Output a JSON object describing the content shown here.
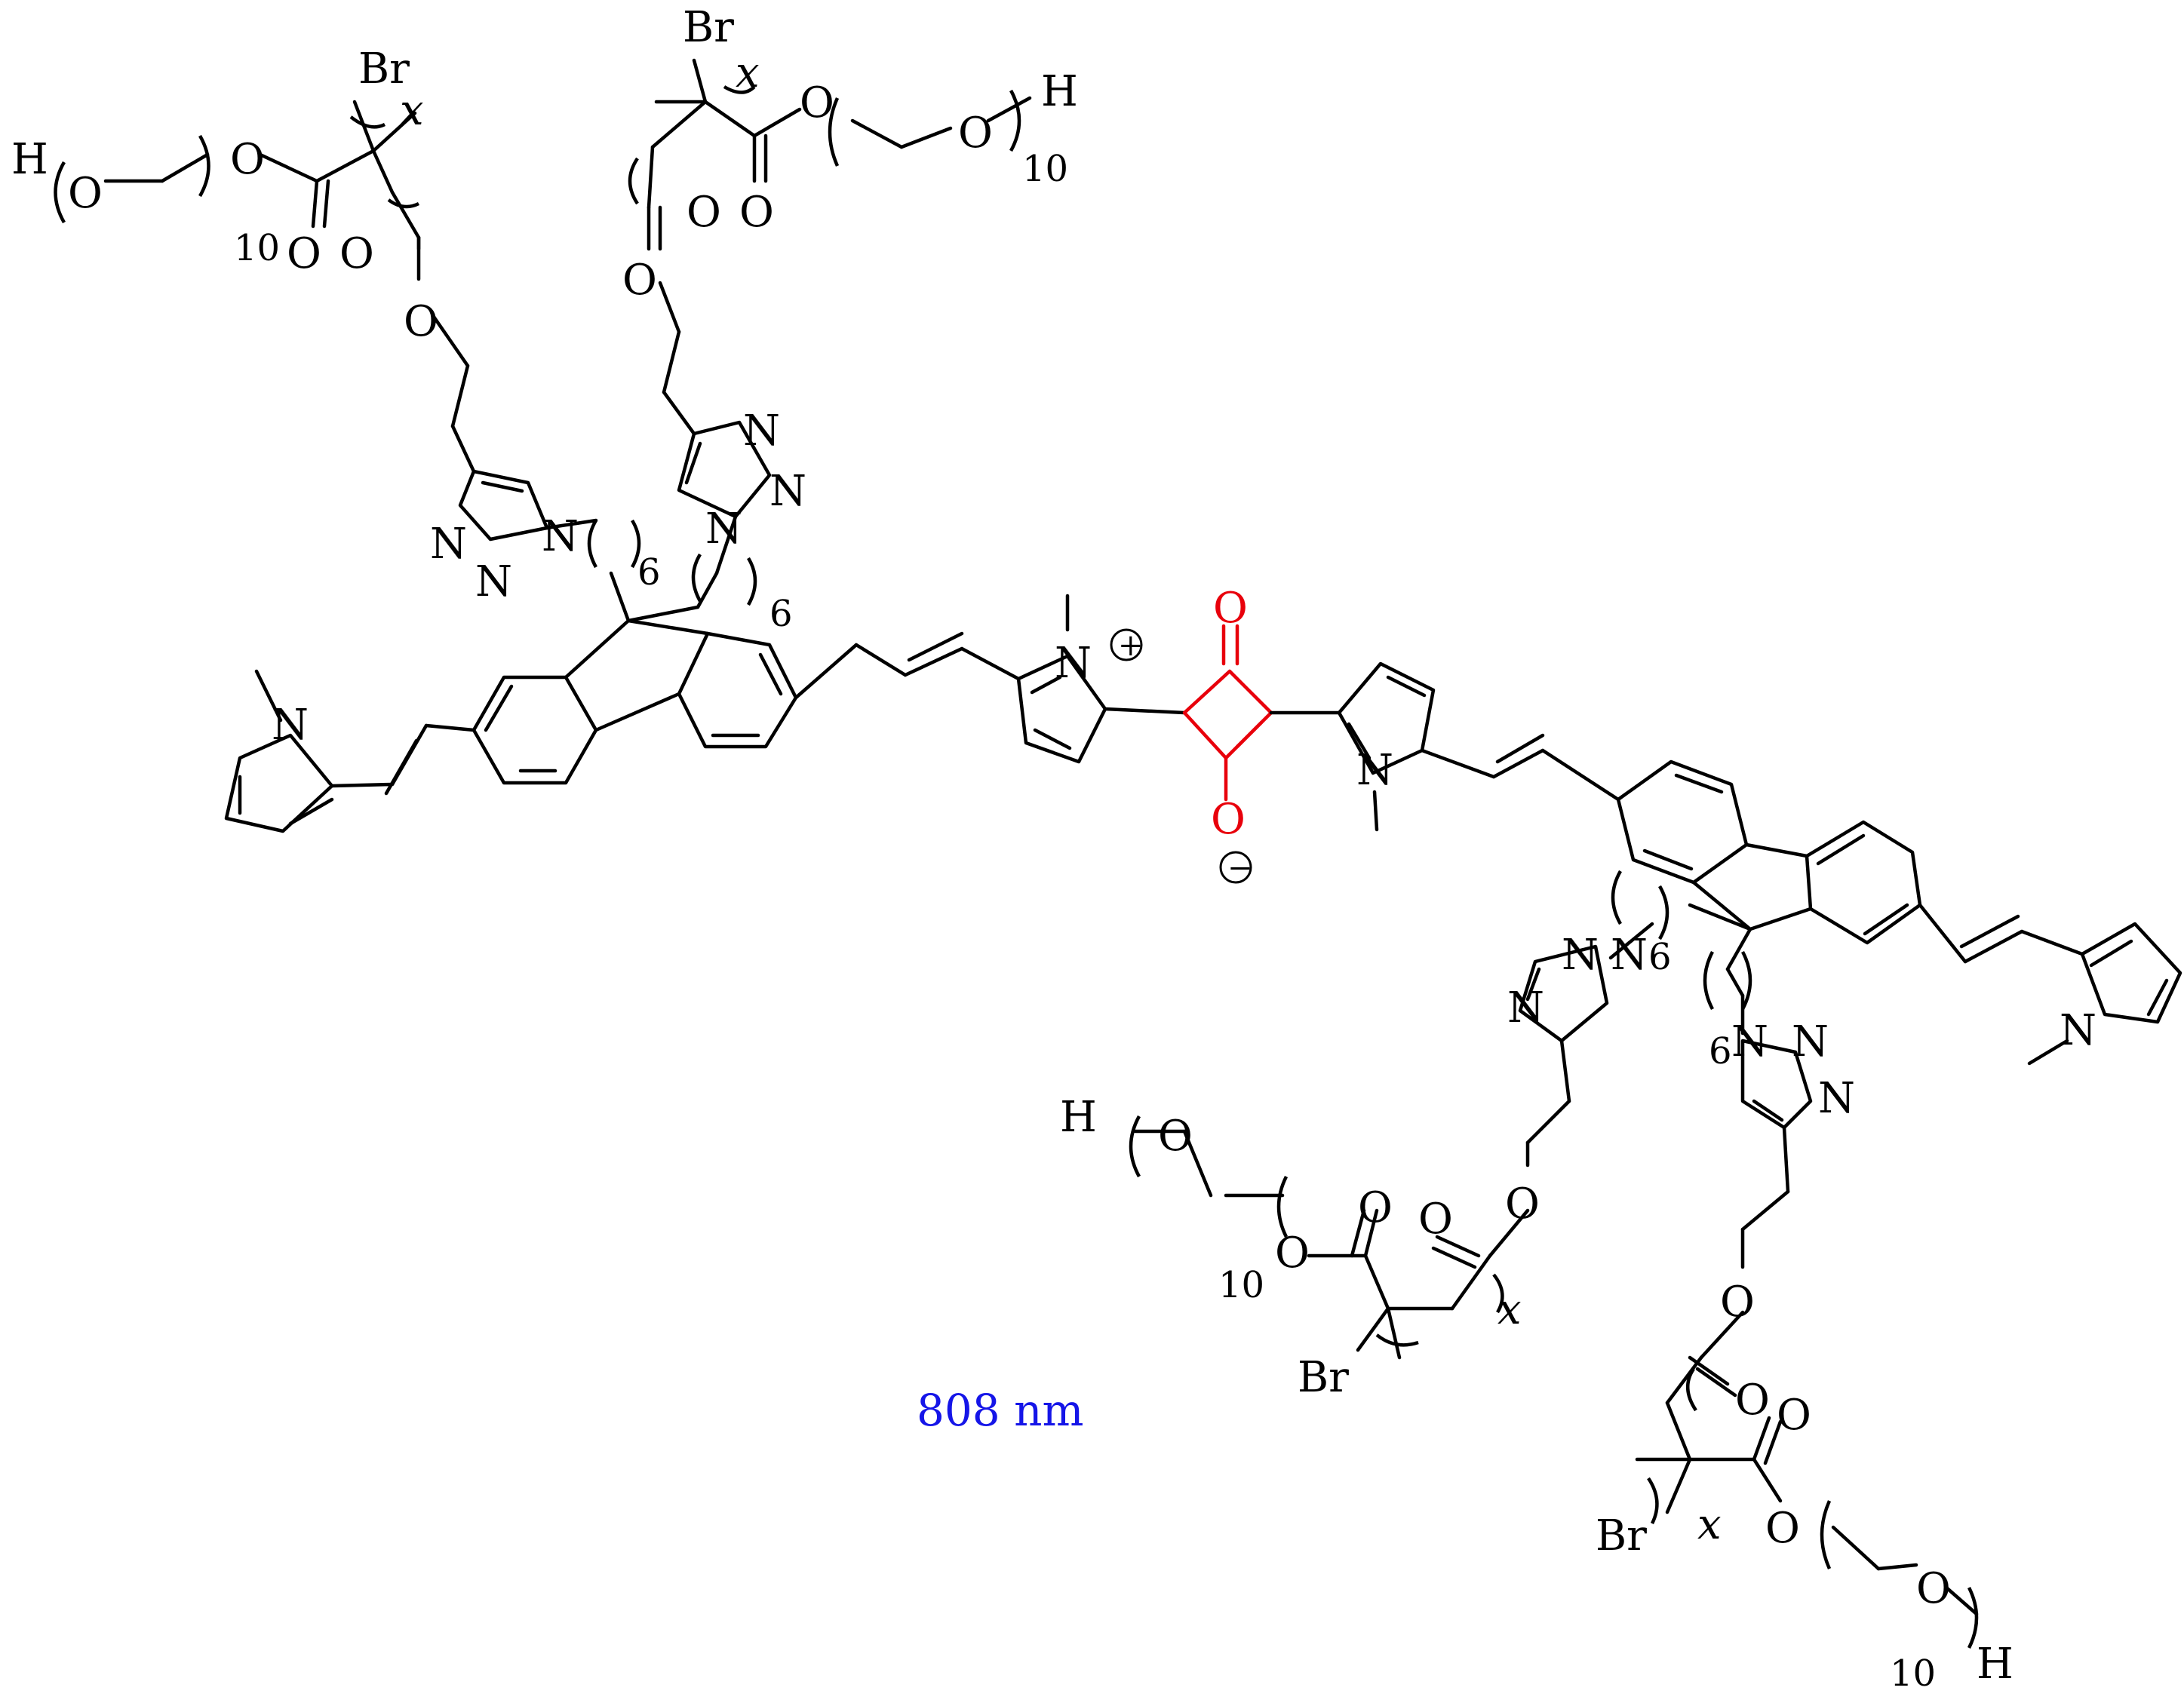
{
  "diagram": {
    "wavelength_label": "808 nm",
    "colors": {
      "squaraine_core": "#e8000b",
      "wavelength": "#1515e8",
      "structure": "#000000"
    },
    "atoms": {
      "br": "Br",
      "o": "O",
      "n": "N",
      "h": "H",
      "x": "x",
      "ten": "10",
      "six": "6",
      "plus": "+",
      "minus": "−"
    }
  }
}
